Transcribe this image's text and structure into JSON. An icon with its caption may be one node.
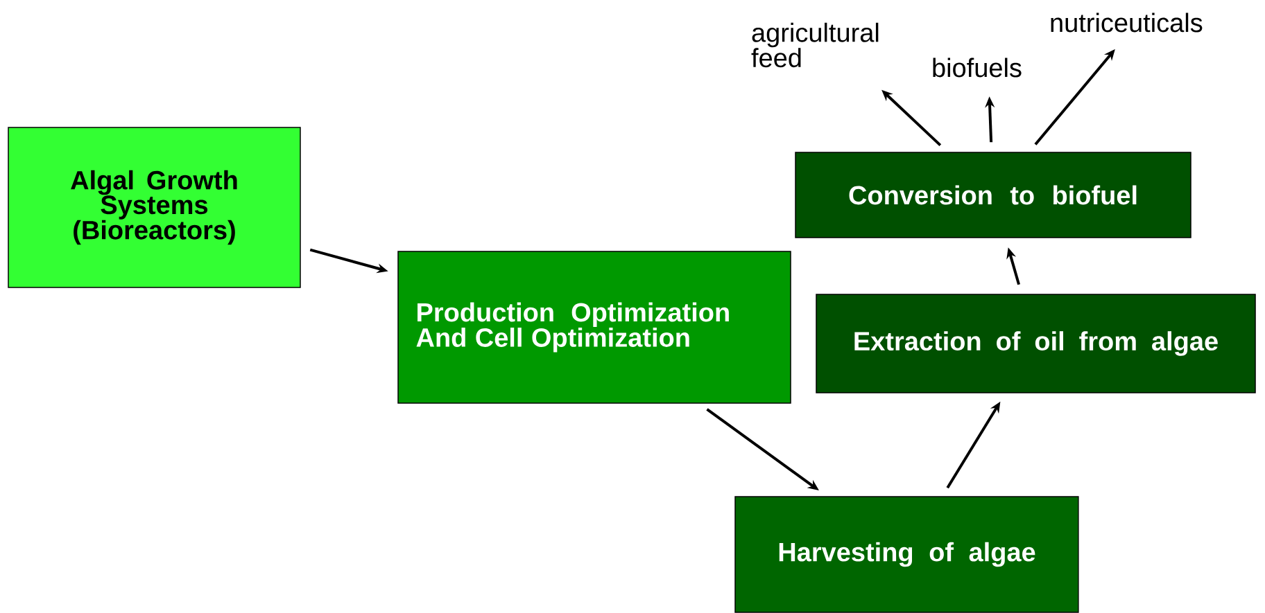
{
  "diagram": {
    "nodes": [
      {
        "text": [
          "Algal Growth Systems (Bioreactors)"
        ]
      },
      {
        "text": [
          "Production Optimization And Cell Optimization"
        ]
      },
      {
        "text": [
          "Harvesting of algae"
        ]
      },
      {
        "text": [
          "Extraction of oil from algae"
        ]
      },
      {
        "text": [
          "Conversion to biofuel"
        ]
      },
      {
        "text": [
          "agricultural feed"
        ]
      },
      {
        "text": [
          "biofuels"
        ]
      },
      {
        "text": [
          "nutriceuticals"
        ]
      }
    ],
    "edges": [
      {
        "from": 0,
        "to": 1,
        "arrow": "to"
      },
      {
        "from": 1,
        "to": 2,
        "arrow": "to"
      },
      {
        "from": 2,
        "to": 3,
        "arrow": "to"
      },
      {
        "from": 3,
        "to": 4,
        "arrow": "to"
      },
      {
        "from": 4,
        "to": 5,
        "arrow": "to"
      },
      {
        "from": 4,
        "to": 6,
        "arrow": "to"
      },
      {
        "from": 4,
        "to": 7,
        "arrow": "to"
      }
    ]
  }
}
